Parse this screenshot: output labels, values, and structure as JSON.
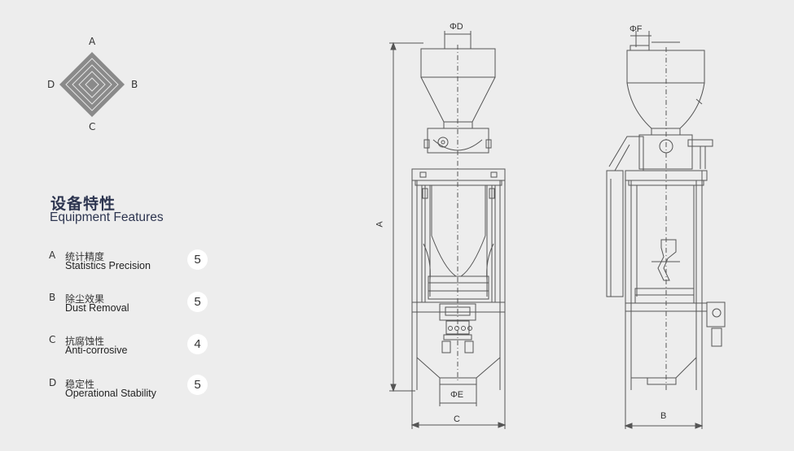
{
  "radar": {
    "axes": [
      "A",
      "B",
      "C",
      "D"
    ]
  },
  "title": {
    "cn": "设备特性",
    "en": "Equipment Features"
  },
  "features": [
    {
      "letter": "A",
      "cn": "统计精度",
      "en": "Statistics Precision",
      "score": "5"
    },
    {
      "letter": "B",
      "cn": "除尘效果",
      "en": "Dust Removal",
      "score": "5"
    },
    {
      "letter": "C",
      "cn": "抗腐蚀性",
      "en": "Anti-corrosive",
      "score": "4"
    },
    {
      "letter": "D",
      "cn": "稳定性",
      "en": "Operational Stability",
      "score": "5"
    }
  ],
  "drawing": {
    "front": {
      "dim_d": "ΦD",
      "dim_e": "ΦE",
      "dim_a": "A",
      "dim_c": "C"
    },
    "side": {
      "dim_f": "ΦF",
      "dim_b": "B"
    }
  },
  "colors": {
    "background": "#ededed",
    "radar_fill": "#8a8a8a",
    "title": "#2d3550",
    "line": "#555555"
  }
}
